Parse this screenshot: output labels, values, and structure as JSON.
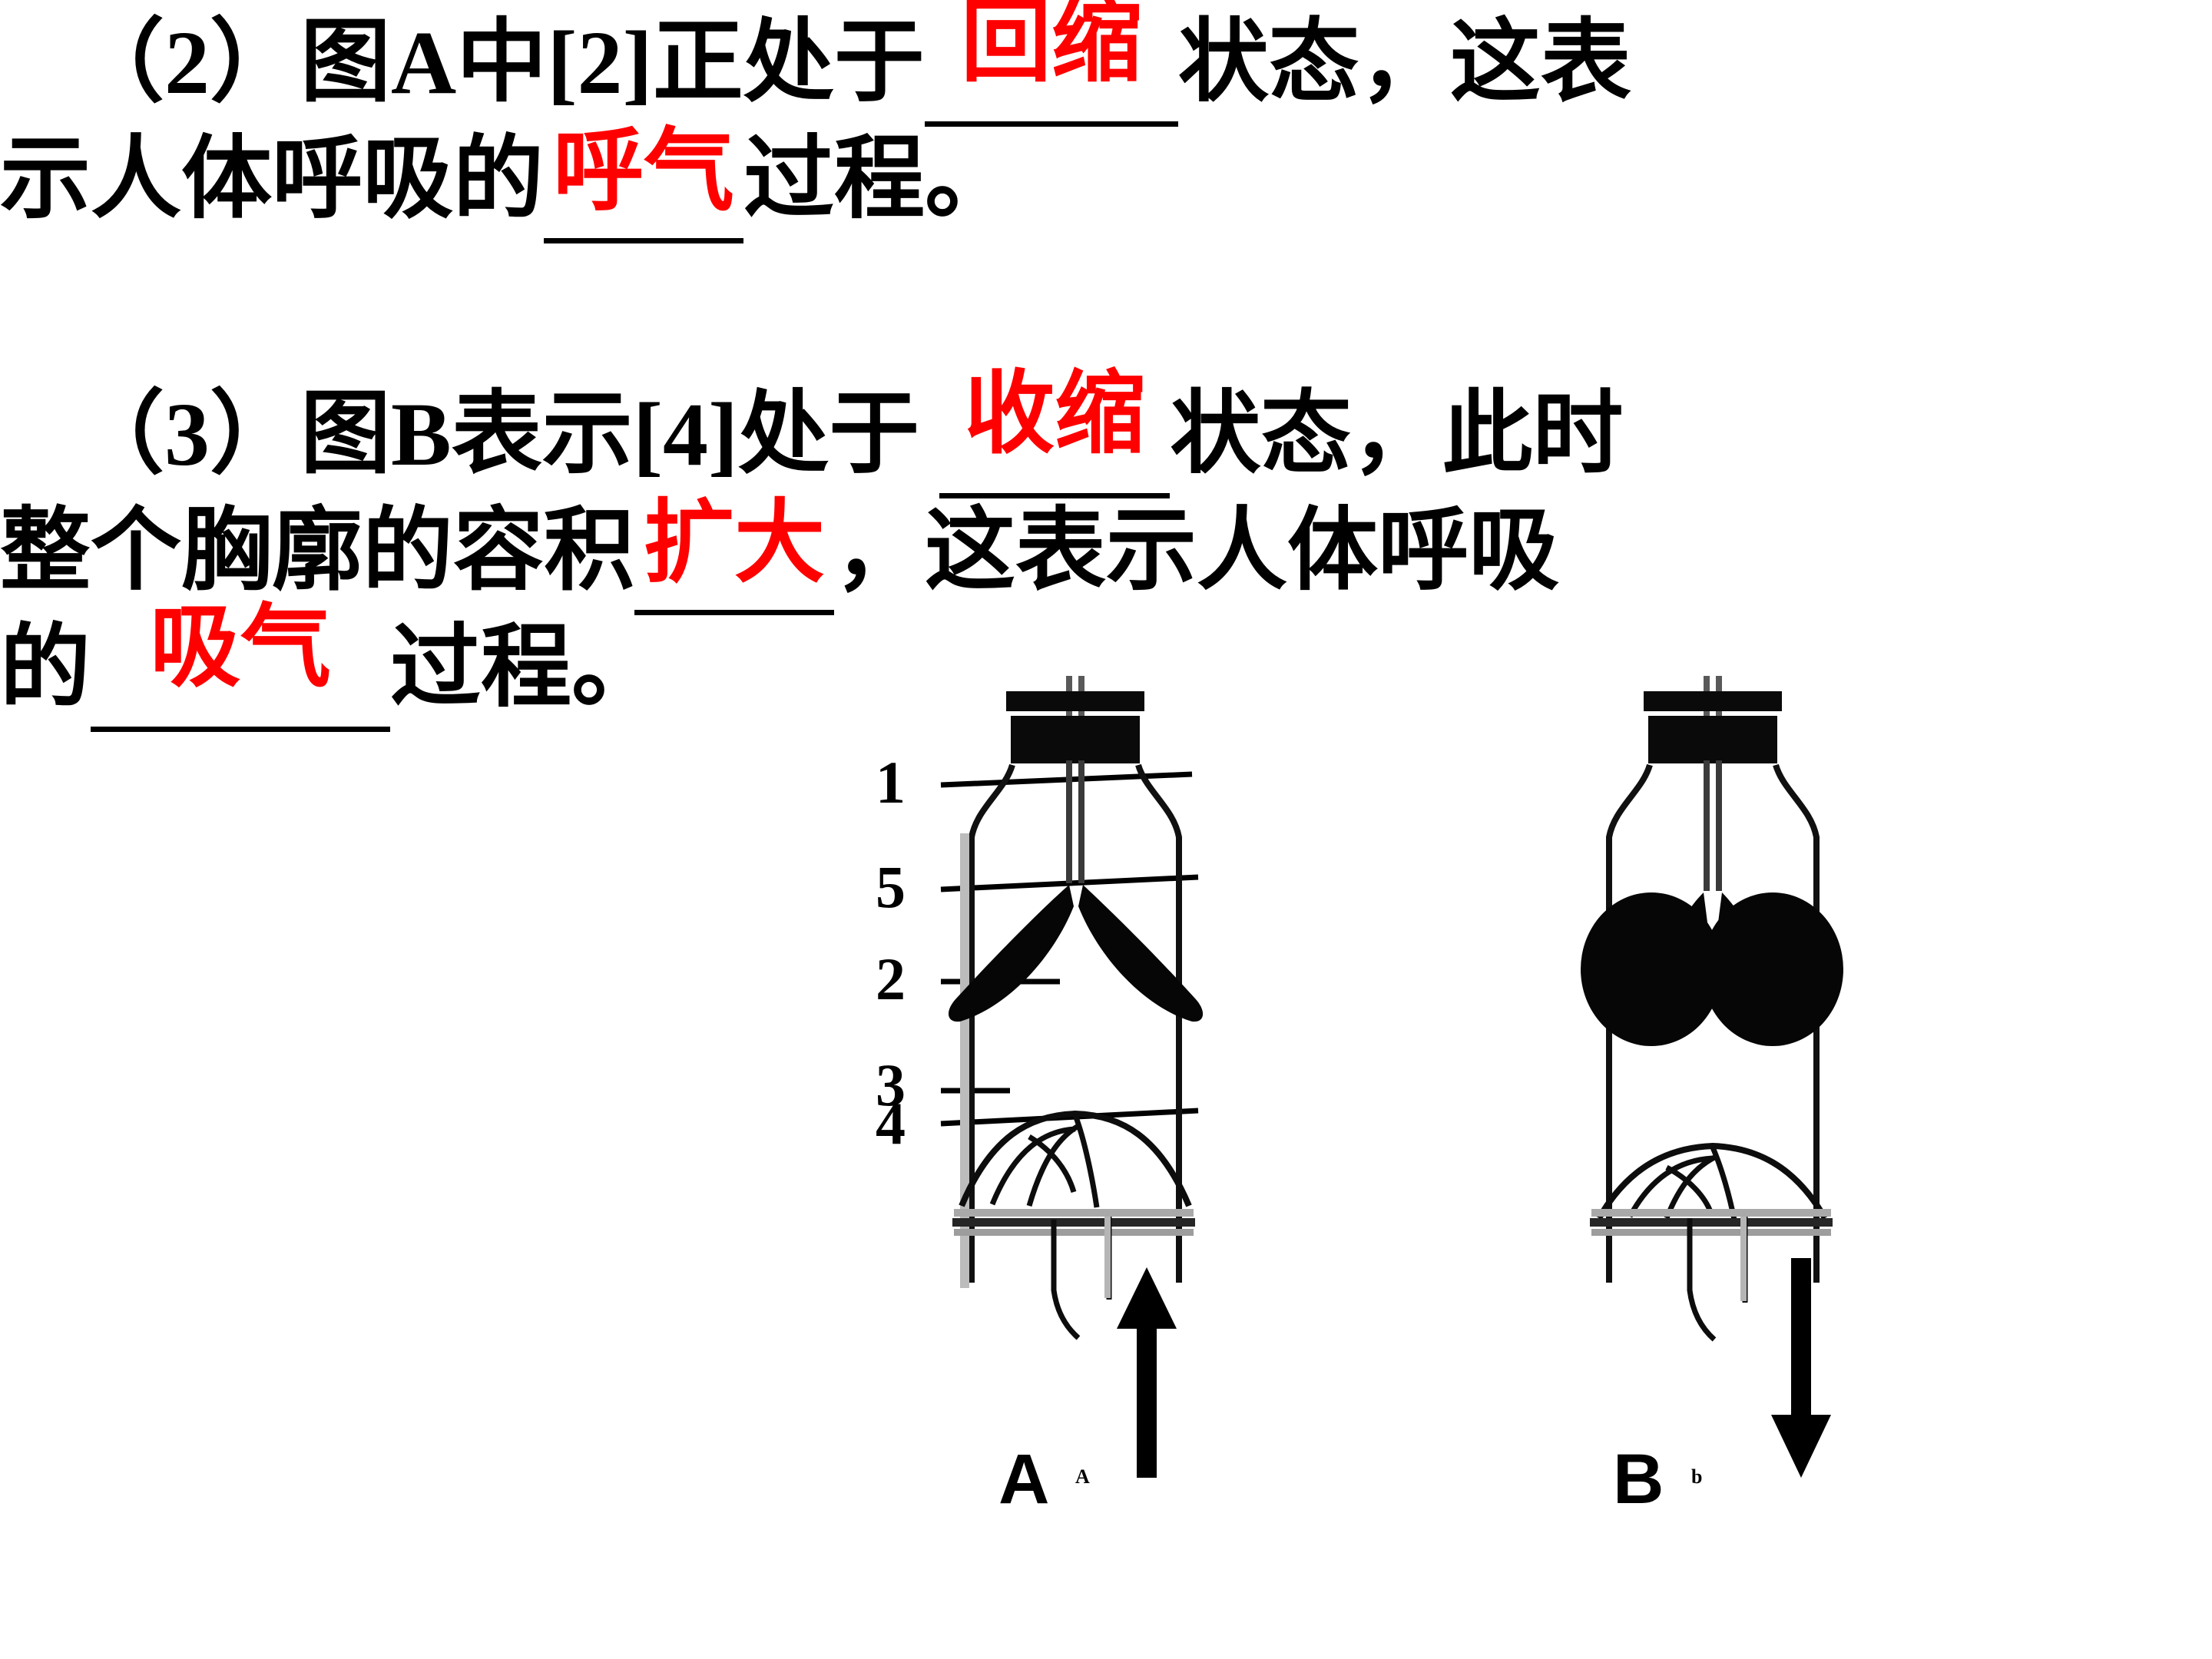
{
  "page": {
    "background": "#ffffff",
    "text_color": "#000000",
    "answer_color": "#ff0000"
  },
  "question2": {
    "number": "（2）",
    "line1": {
      "before": "图A中[2]正处于",
      "answer": "回缩",
      "after": "状态，这表"
    },
    "line2": {
      "before": "示人体呼吸的",
      "answer": "呼气",
      "after": "过程。"
    }
  },
  "question3": {
    "number": "（3）",
    "line1": {
      "before": "图B表示[4]处于",
      "answer": "收缩",
      "after": "状态，此时"
    },
    "line2": {
      "before": "整个胸廓的容积",
      "answer": "扩大",
      "after": "，这表示人体呼吸"
    },
    "line3": {
      "before": "的",
      "answer": "吸气",
      "after": "过程。"
    }
  },
  "diagram": {
    "callout_labels": [
      "1",
      "5",
      "2",
      "3",
      "4"
    ],
    "panels": [
      {
        "caption": "A",
        "sub_caption": "A",
        "arrow_direction": "up",
        "lungs_state": "deflated",
        "diaphragm_state": "raised-dome"
      },
      {
        "caption": "B",
        "sub_caption": "b",
        "arrow_direction": "down",
        "lungs_state": "inflated",
        "diaphragm_state": "lowered-dome"
      }
    ]
  }
}
